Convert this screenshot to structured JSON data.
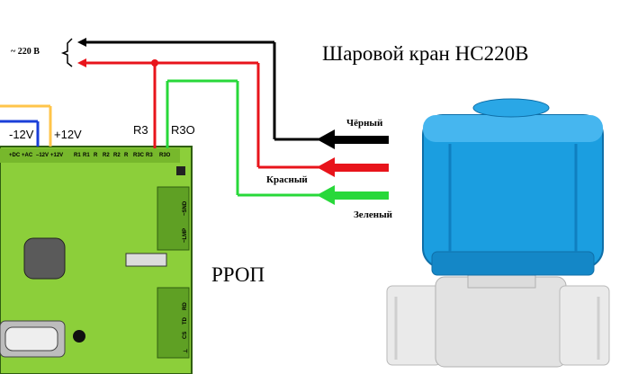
{
  "title": "Шаровой кран НС220В",
  "mains_label": "~ 220 В",
  "device_label": "РРОП",
  "wires": {
    "black": {
      "label": "Чёрный",
      "color": "#000000"
    },
    "red": {
      "label": "Красный",
      "color": "#e8141b"
    },
    "green": {
      "label": "Зеленый",
      "color": "#28d83a"
    }
  },
  "board_power": {
    "minus": "-12V",
    "plus": "+12V"
  },
  "relay_terms": {
    "r3": "R3",
    "r3o": "R3O"
  },
  "terminals": [
    "+DC",
    "+AC",
    "–12V",
    "+12V",
    "R1",
    "R1",
    "R",
    "R2",
    "R2",
    "R",
    "R3C",
    "R3",
    "R3O"
  ],
  "side_terms_top": [
    "~SND",
    "~LMP"
  ],
  "side_terms_bottom": [
    "RD",
    "TD",
    "CS",
    "⊥"
  ],
  "colors": {
    "board": "#8ccf3a",
    "valve_blue": "#1b9ee0",
    "valve_body": "#e4e4e4"
  }
}
